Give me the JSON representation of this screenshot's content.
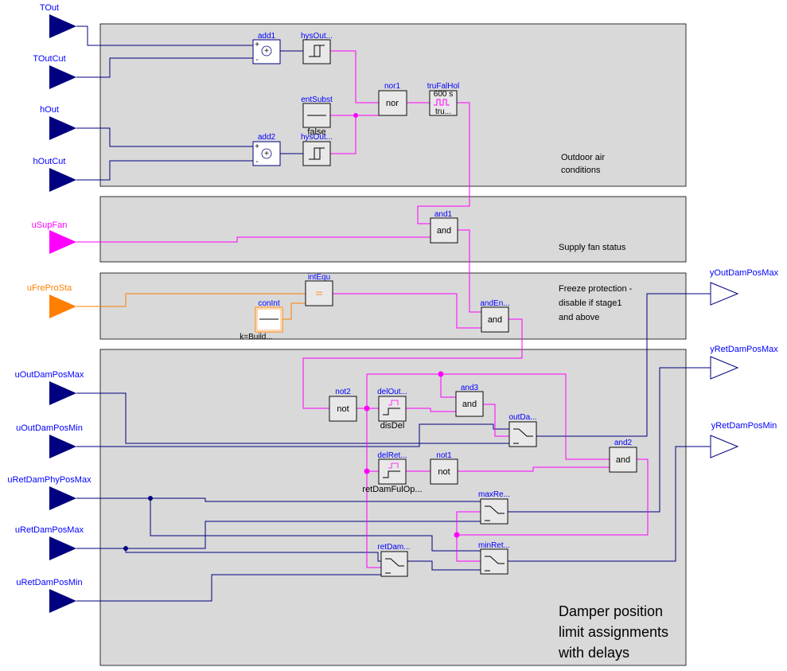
{
  "sections": {
    "outdoor_note": [
      "Outdoor air",
      "conditions"
    ],
    "supply_note": "Supply fan status",
    "freeze_note": [
      "Freeze protection -",
      "disable if stage1",
      "and above"
    ],
    "damper_note": [
      "Damper position",
      "limit assignments",
      "with delays"
    ]
  },
  "inputs": {
    "TOut": "TOut",
    "TOutCut": "TOutCut",
    "hOut": "hOut",
    "hOutCut": "hOutCut",
    "uSupFan": "uSupFan",
    "uFreProSta": "uFreProSta",
    "uOutDamPosMax": "uOutDamPosMax",
    "uOutDamPosMin": "uOutDamPosMin",
    "uRetDamPhyPosMax": "uRetDamPhyPosMax",
    "uRetDamPosMax": "uRetDamPosMax",
    "uRetDamPosMin": "uRetDamPosMin"
  },
  "outputs": {
    "yOutDamPosMax": "yOutDamPosMax",
    "yRetDamPosMax": "yRetDamPosMax",
    "yRetDamPosMin": "yRetDamPosMin"
  },
  "blocks": {
    "add1": {
      "name": "add1",
      "plus": "+",
      "pin_plus": "+",
      "pin_minus": "-"
    },
    "add2": {
      "name": "add2",
      "plus": "+",
      "pin_plus": "+",
      "pin_minus": "-"
    },
    "hysOut1": {
      "name": "hysOut..."
    },
    "hysOut2": {
      "name": "hysOut..."
    },
    "entSubst": {
      "name": "entSubst",
      "param": "false"
    },
    "nor1": {
      "name": "nor1",
      "label": "nor"
    },
    "truFalHol": {
      "name": "truFalHol",
      "param_top": "600 s",
      "param_bottom": "tru..."
    },
    "and1": {
      "name": "and1",
      "label": "and"
    },
    "intEqu": {
      "name": "intEqu"
    },
    "conInt": {
      "name": "conInt",
      "param": "k=Build..."
    },
    "andEn": {
      "name": "andEn...",
      "label": "and"
    },
    "not2": {
      "name": "not2",
      "label": "not"
    },
    "delOut": {
      "name": "delOut...",
      "param": "disDel"
    },
    "and3": {
      "name": "and3",
      "label": "and"
    },
    "outDa": {
      "name": "outDa..."
    },
    "delRet": {
      "name": "delRet...",
      "param": "retDamFulOp..."
    },
    "not1": {
      "name": "not1",
      "label": "not"
    },
    "and2": {
      "name": "and2",
      "label": "and"
    },
    "maxRe": {
      "name": "maxRe..."
    },
    "minRet": {
      "name": "minRet..."
    },
    "retDam": {
      "name": "retDam..."
    }
  },
  "colors": {
    "real": "#000080",
    "boolean": "#ff00ff",
    "integer": "#ff7f00",
    "section_fill": "#d9d9d9",
    "block_name": "#0000ff"
  }
}
